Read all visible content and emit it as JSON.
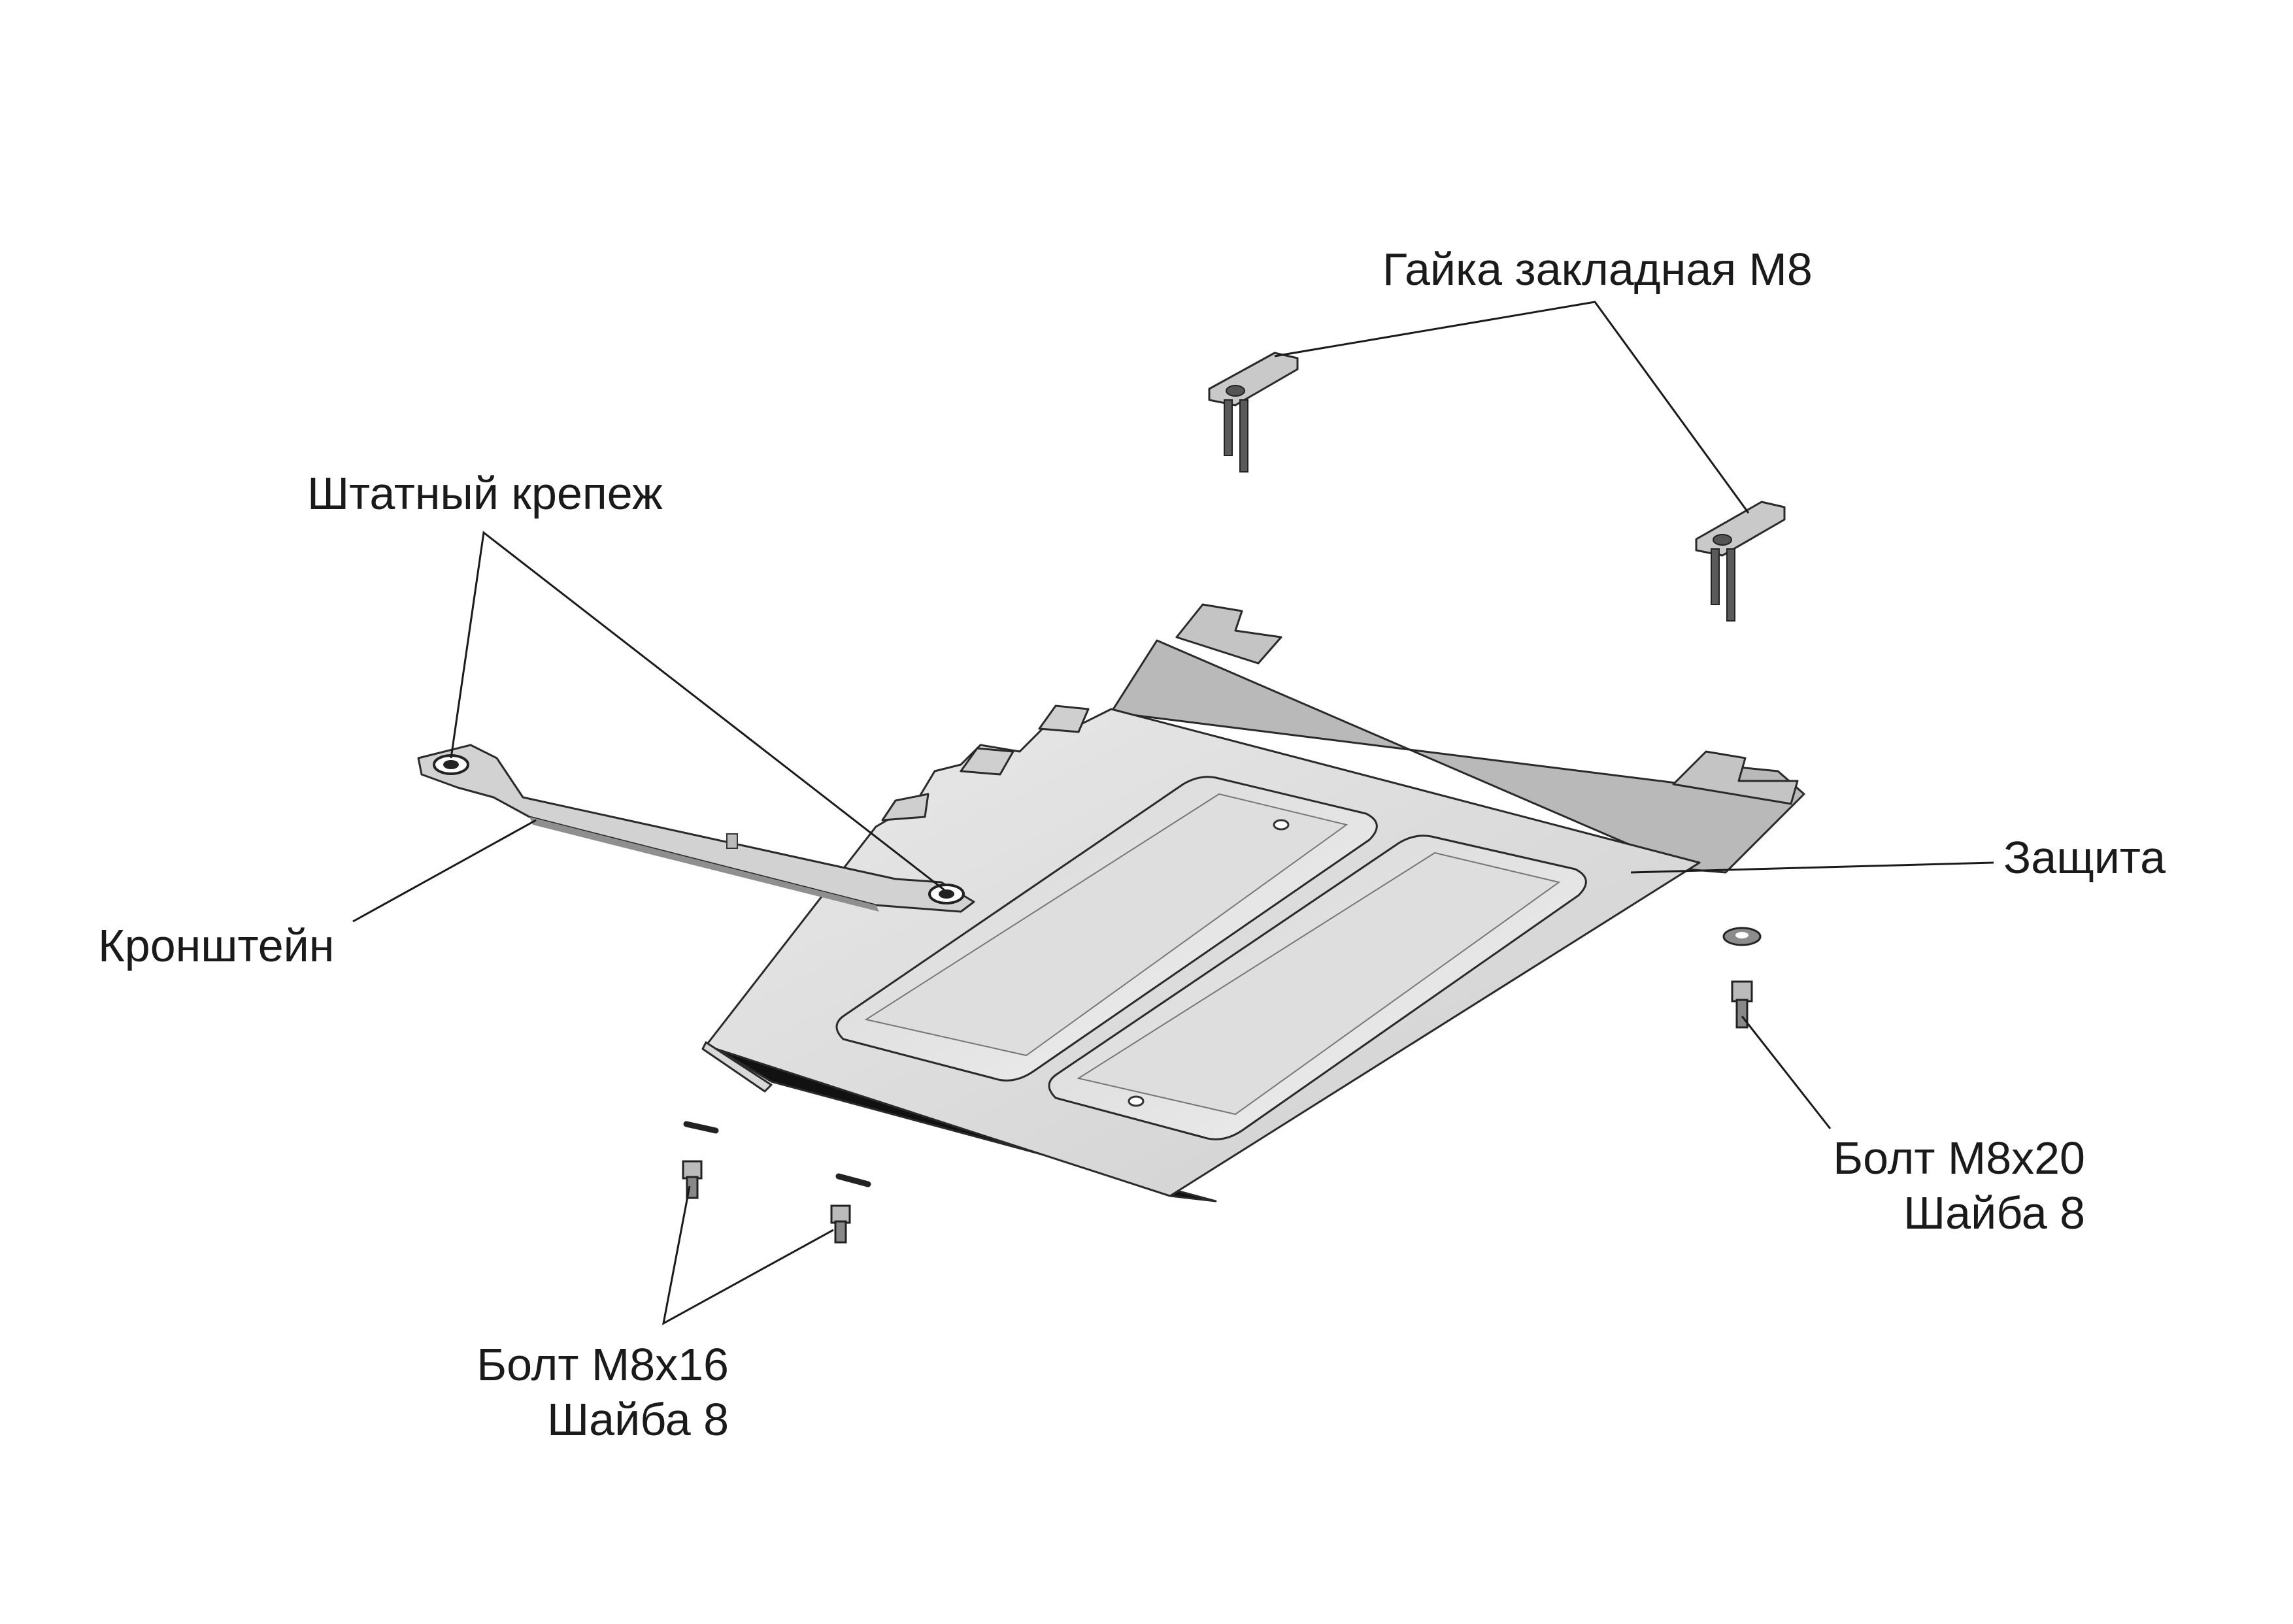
{
  "labels": {
    "nut": "Гайка закладная М8",
    "standard_fastener": "Штатный крепеж",
    "bracket": "Кронштейн",
    "shield": "Защита",
    "bolt_m8x20": "Болт М8х20",
    "washer_right": "Шайба 8",
    "bolt_m8x16": "Болт М8х16",
    "washer_left": "Шайба 8"
  },
  "colors": {
    "line": "#1a1a1a",
    "metal_light": "#e6e6e6",
    "metal_mid": "#c8c8c8",
    "metal_dark": "#8a8a8a",
    "shadow": "#111111"
  }
}
